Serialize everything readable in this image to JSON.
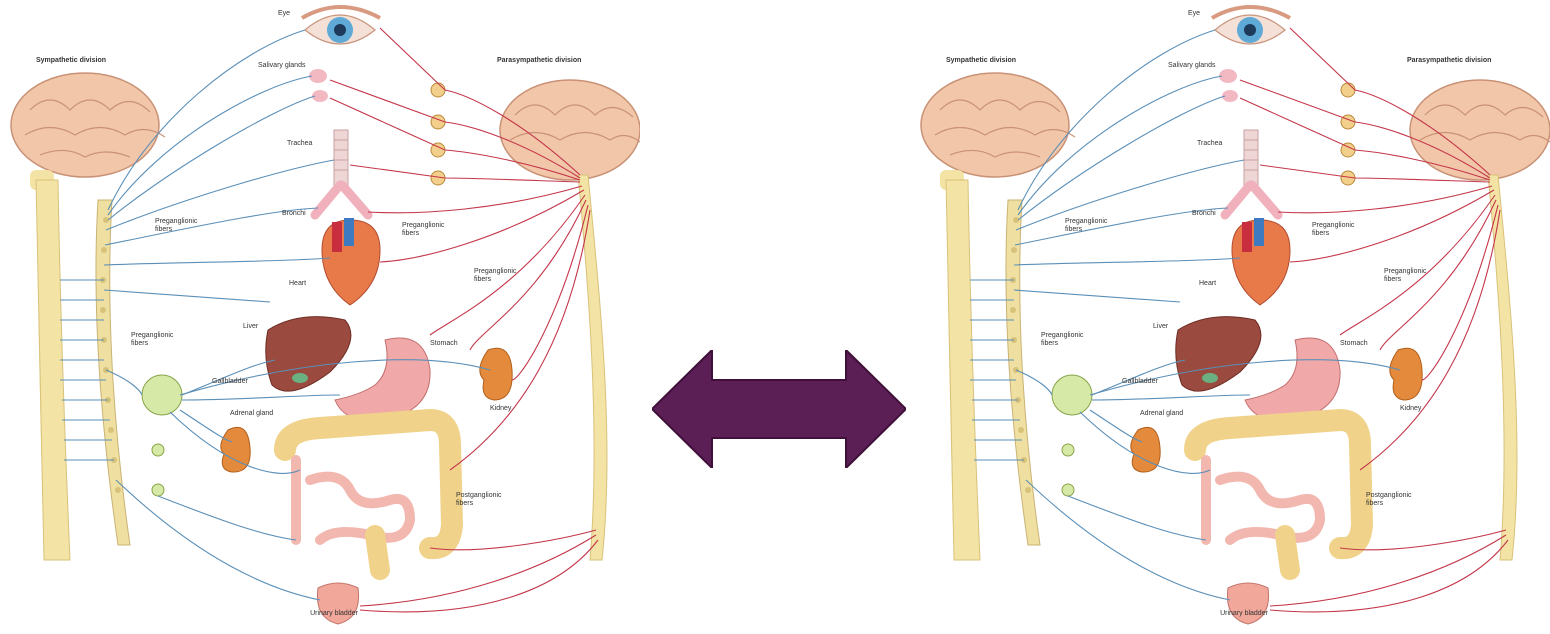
{
  "labels": {
    "sympathetic_division": "Sympathetic division",
    "parasympathetic_division": "Parasympathetic division",
    "eye": "Eye",
    "salivary_glands": "Salivary glands",
    "trachea": "Trachea",
    "bronchi": "Bronchi",
    "heart": "Heart",
    "preganglionic_fibers_upper": "Preganglionic fibers",
    "preganglionic_fibers_center": "Preganglionic fibers",
    "preganglionic_fibers_right": "Preganglionic fibers",
    "preganglionic_fibers_lower": "Preganglionic fibers",
    "liver": "Liver",
    "gallbladder": "Gallbladder",
    "stomach": "Stomach",
    "kidney": "Kidney",
    "adrenal_gland": "Adrenal gland",
    "postganglionic_fibers": "Postganglionic fibers",
    "urinary_bladder": "Urinary bladder"
  },
  "colors": {
    "sympathetic_nerve": "#5a8fb8",
    "parasympathetic_nerve": "#c4364a",
    "brain": "#f2c6a8",
    "spinal_cord": "#f3e3a4",
    "arrow": "#5c1f55"
  },
  "arrow": {
    "type": "double-headed-arrow",
    "direction": "left-right"
  }
}
